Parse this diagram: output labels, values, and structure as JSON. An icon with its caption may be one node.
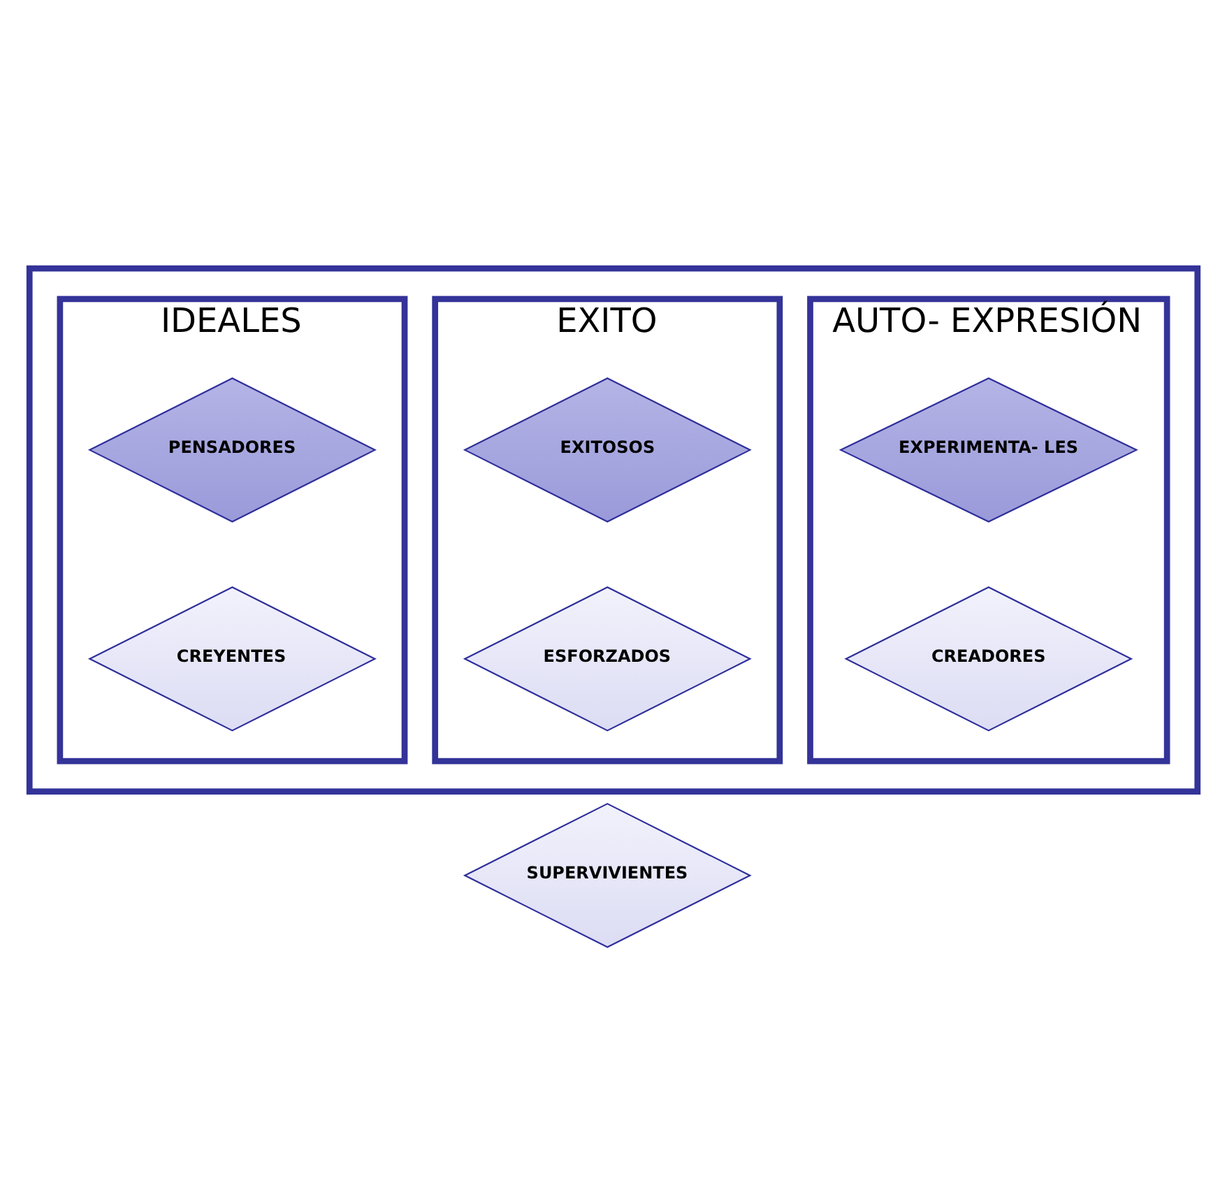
{
  "diagram": {
    "nodes": [
      {
        "text": [],
        "shape": "box"
      },
      {
        "text": [
          "IDEALES"
        ],
        "in": 0
      },
      {
        "text": [
          "EXITO"
        ],
        "in": 0
      },
      {
        "text": [
          "AUTO- EXPRESIÓN"
        ],
        "in": 0
      },
      {
        "text": [
          "PENSADORES"
        ],
        "in": 1
      },
      {
        "text": [
          "EXITOSOS"
        ],
        "in": 2
      },
      {
        "text": [
          "EXPERIMENTA- LES"
        ],
        "in": 3
      },
      {
        "text": [
          "CREYENTES"
        ],
        "in": 1
      },
      {
        "text": [
          "ESFORZADOS"
        ],
        "in": 2
      },
      {
        "text": [
          "CREADORES"
        ],
        "in": 3
      },
      {
        "text": [
          "SUPERVIVIENTES"
        ]
      }
    ],
    "edges": []
  }
}
